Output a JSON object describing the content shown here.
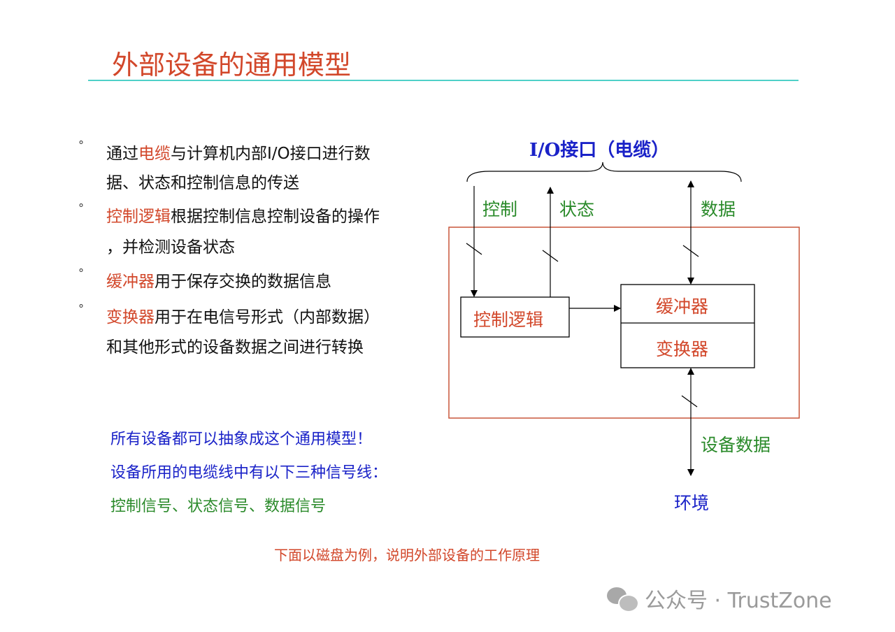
{
  "title": "外部设备的通用模型",
  "bullets": [
    {
      "lines": [
        [
          {
            "t": "通过",
            "hl": false
          },
          {
            "t": "电缆",
            "hl": true
          },
          {
            "t": "与计算机内部I/O接口进行数",
            "hl": false
          }
        ],
        [
          {
            "t": "据、状态和控制信息的传送",
            "hl": false
          }
        ]
      ]
    },
    {
      "lines": [
        [
          {
            "t": "控制逻辑",
            "hl": true
          },
          {
            "t": "根据控制信息控制设备的操作",
            "hl": false
          }
        ],
        [
          {
            "t": "，并检测设备状态",
            "hl": false
          }
        ]
      ]
    },
    {
      "lines": [
        [
          {
            "t": "缓冲器",
            "hl": true
          },
          {
            "t": "用于保存交换的数据信息",
            "hl": false
          }
        ]
      ]
    },
    {
      "lines": [
        [
          {
            "t": "变换器",
            "hl": true
          },
          {
            "t": "用于在电信号形式（内部数据）",
            "hl": false
          }
        ],
        [
          {
            "t": "和其他形式的设备数据之间进行转换",
            "hl": false
          }
        ]
      ]
    }
  ],
  "bullet_marker": "°",
  "notes": {
    "line1": "所有设备都可以抽象成这个通用模型！",
    "line2": "设备所用的电缆线中有以下三种信号线：",
    "line3": "控制信号、状态信号、数据信号"
  },
  "footer": "下面以磁盘为例，说明外部设备的工作原理",
  "diagram": {
    "interface_label": "I/O接口（电缆）",
    "control": "控制",
    "status": "状态",
    "data": "数据",
    "control_logic": "控制逻辑",
    "buffer": "缓冲器",
    "converter": "变换器",
    "device_data": "设备数据",
    "environment": "环境"
  },
  "watermark": "公众号 · TrustZone",
  "colors": {
    "title": "#d2472a",
    "rule": "#4fd0c8",
    "blue": "#1a22c8",
    "green": "#2a8a2a"
  }
}
